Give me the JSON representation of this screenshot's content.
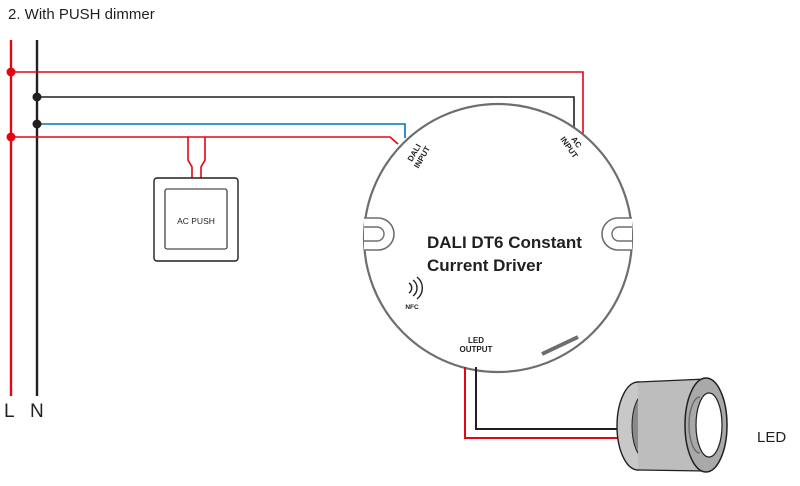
{
  "title": "2. With PUSH dimmer",
  "rails": {
    "live_label": "L",
    "neutral_label": "N"
  },
  "push_dimmer": {
    "label": "AC PUSH"
  },
  "driver": {
    "name_line1": "DALI DT6 Constant",
    "name_line2": "Current Driver",
    "dali_input": [
      "DALI",
      "INPUT"
    ],
    "ac_input": [
      "AC",
      "INPUT"
    ],
    "led_output": [
      "LED",
      "OUTPUT"
    ],
    "nfc_label": "NFC"
  },
  "led": {
    "label": "LED"
  },
  "colors": {
    "live": "#e30613",
    "neutral": "#231f20",
    "dali": "#0072bc",
    "outline": "#6d6e71"
  }
}
